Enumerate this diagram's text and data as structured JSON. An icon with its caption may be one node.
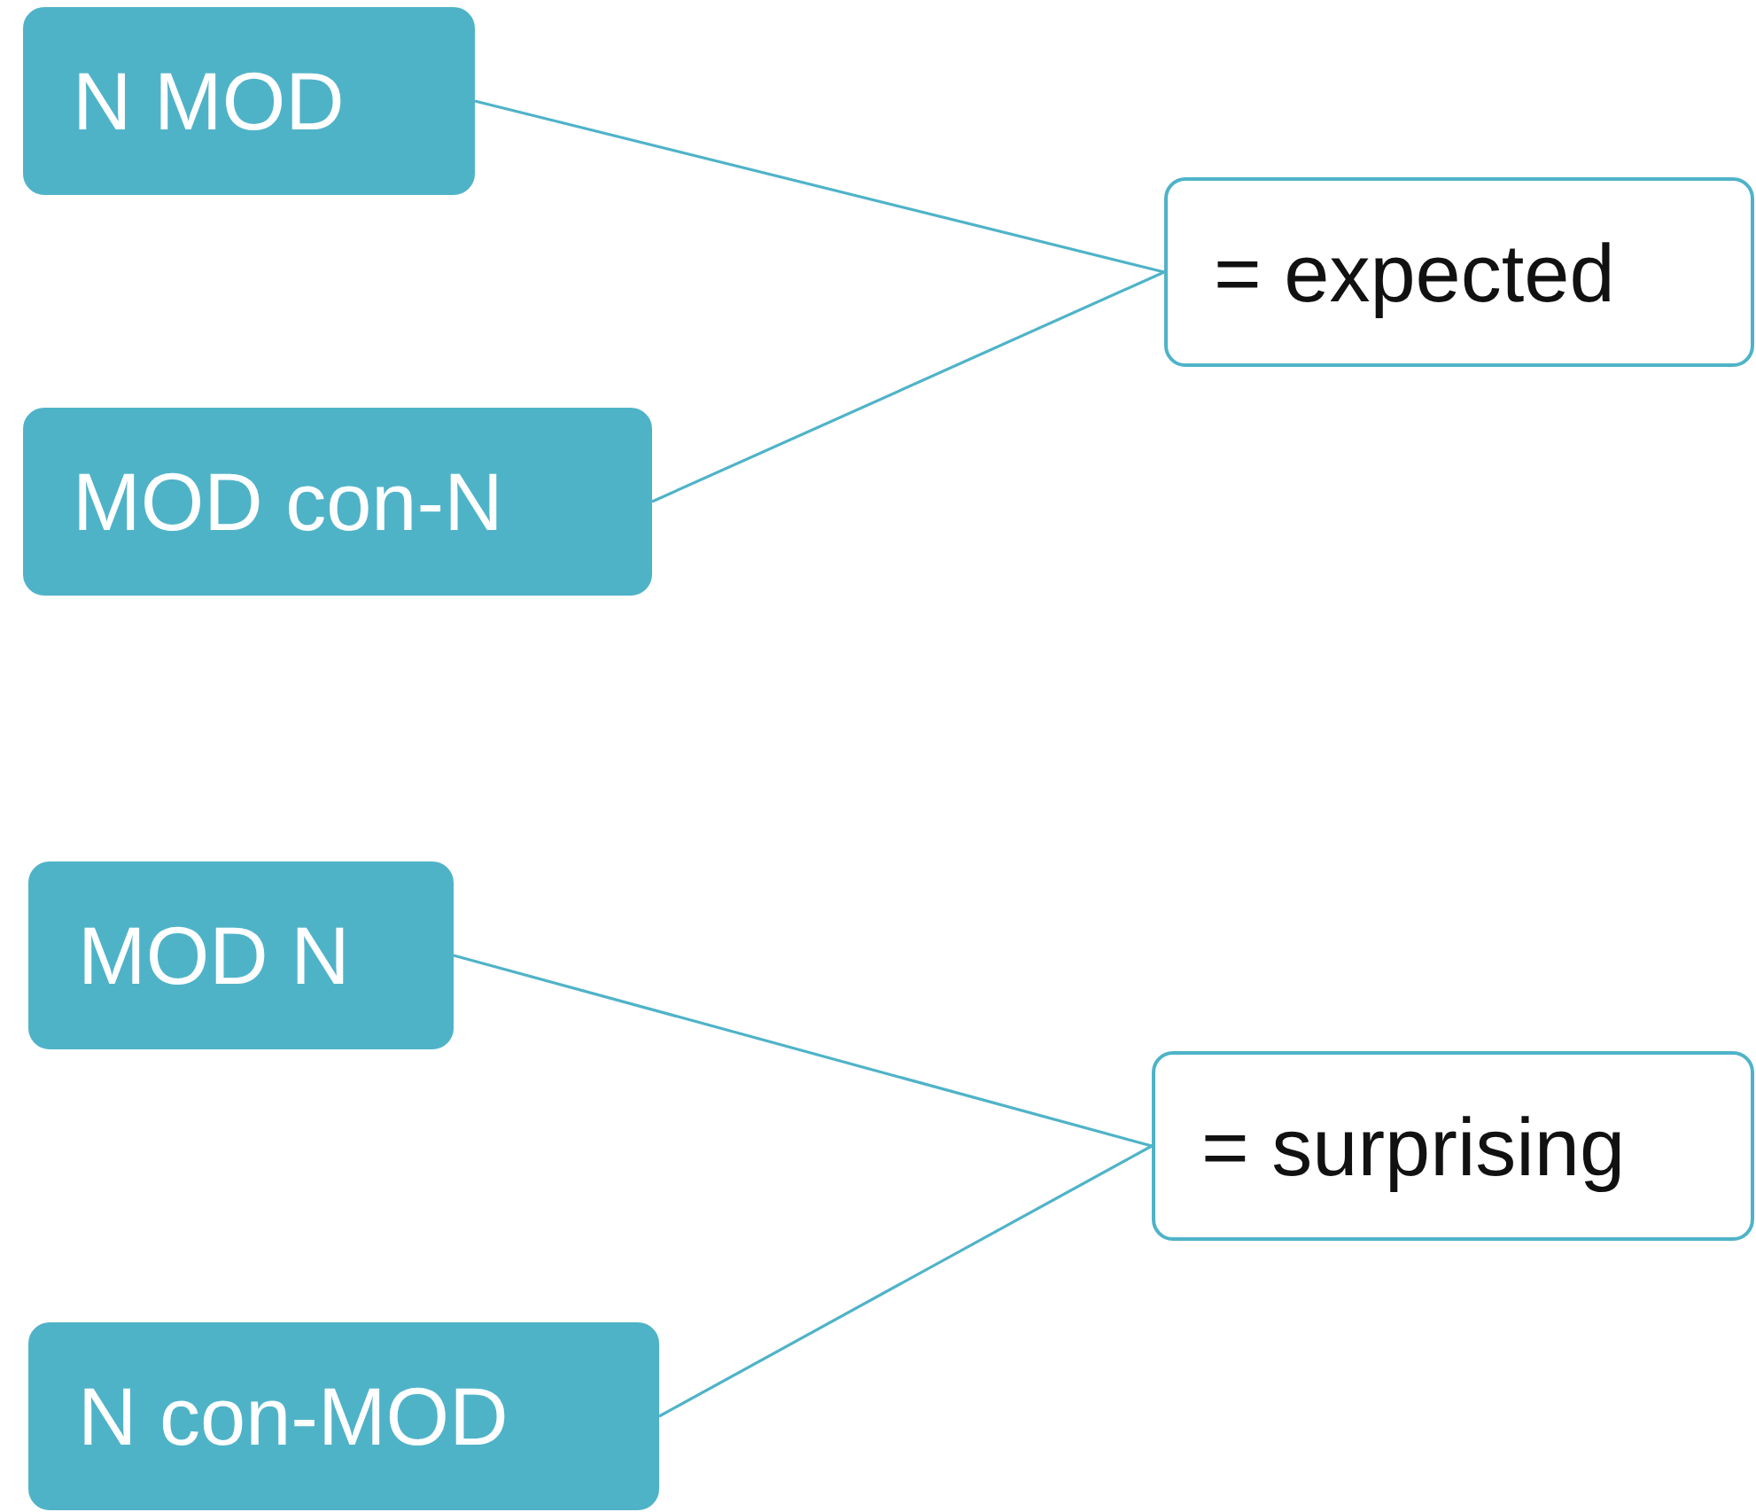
{
  "diagram": {
    "nodes": [
      {
        "text": [
          "N MOD"
        ]
      },
      {
        "text": [
          "MOD con-N"
        ]
      },
      {
        "text": [
          "= expected"
        ]
      },
      {
        "text": [
          "MOD N"
        ]
      },
      {
        "text": [
          "N con-MOD"
        ]
      },
      {
        "text": [
          "= surprising"
        ]
      }
    ],
    "edges": [
      {
        "from": 0,
        "to": 2,
        "arrow": "none"
      },
      {
        "from": 1,
        "to": 2,
        "arrow": "none"
      },
      {
        "from": 3,
        "to": 5,
        "arrow": "none"
      },
      {
        "from": 4,
        "to": 5,
        "arrow": "none"
      }
    ]
  }
}
